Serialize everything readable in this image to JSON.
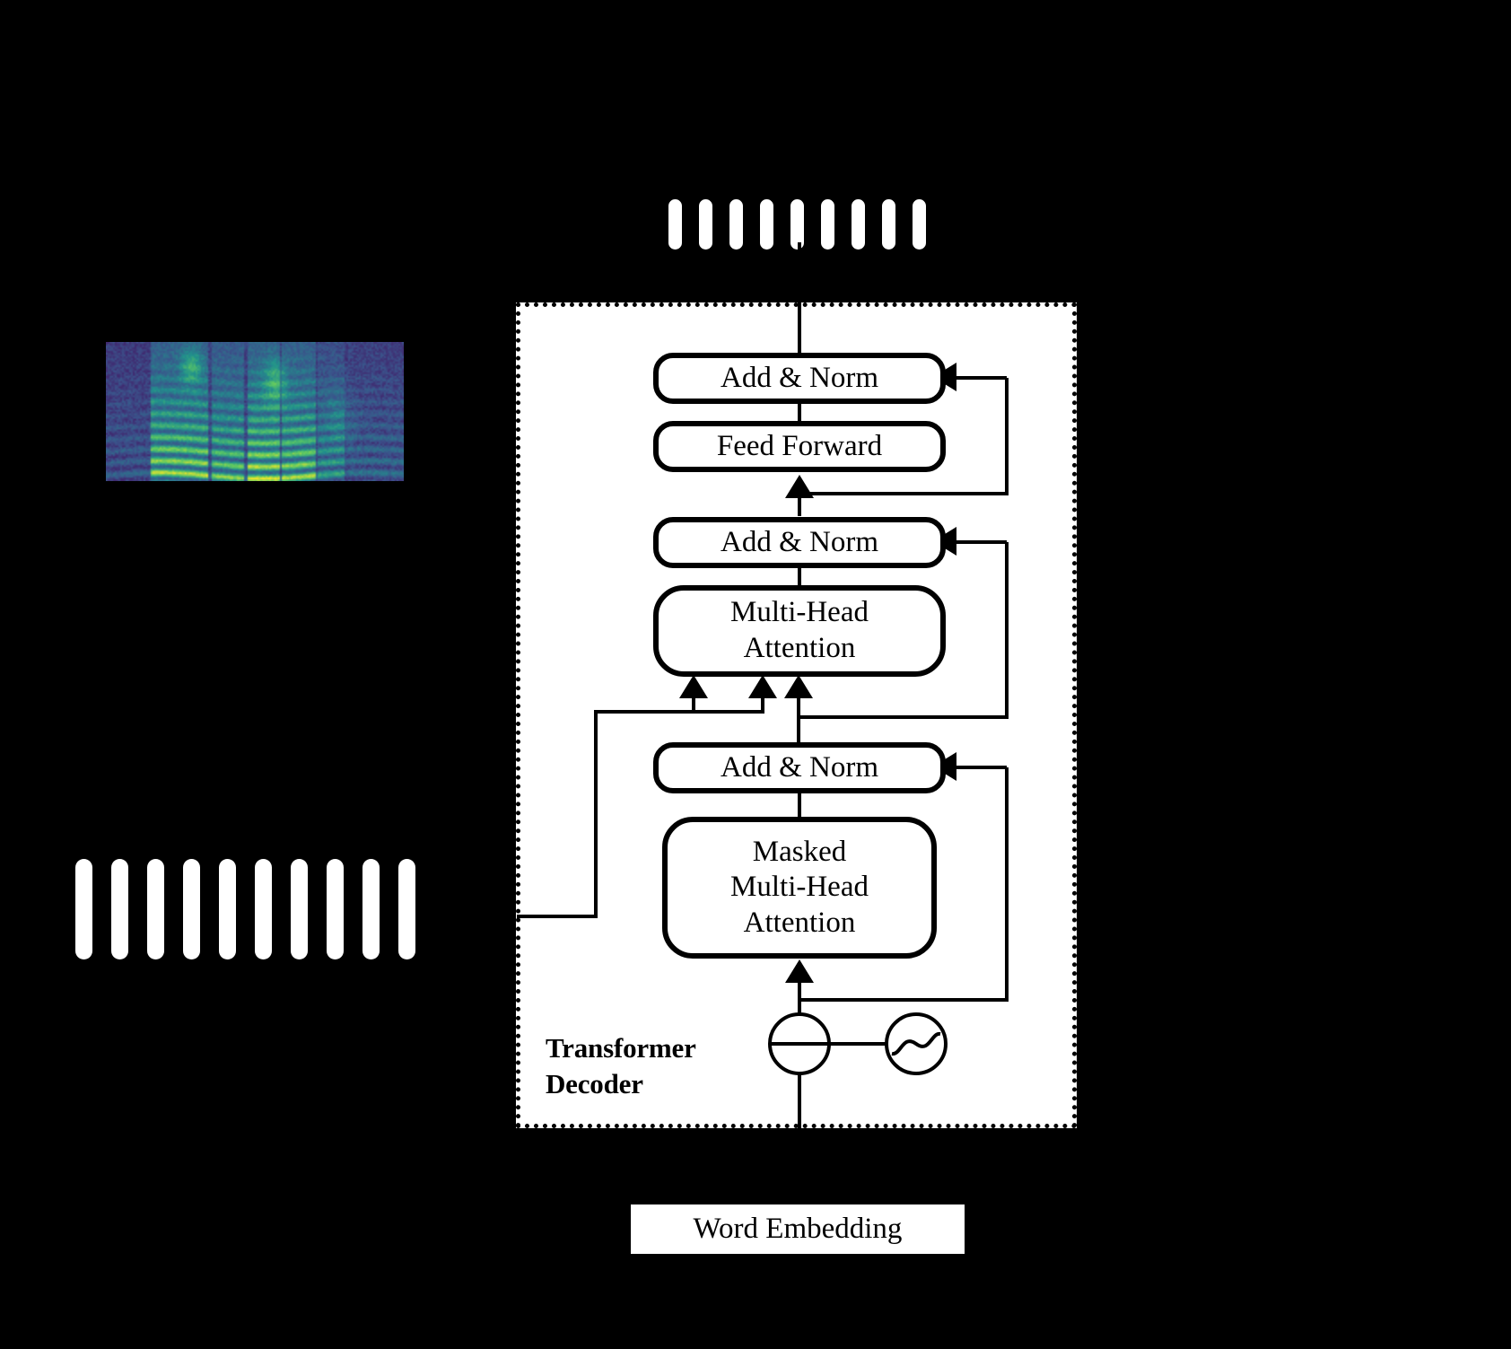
{
  "figure": {
    "type": "architecture-diagram",
    "title": "Transformer Decoder block diagram",
    "background_color": "#000000",
    "panel_color": "#ffffff",
    "line_color": "#000000"
  },
  "decoder": {
    "label_line1": "Transformer",
    "label_line2": "Decoder",
    "label_full": "Transformer Decoder",
    "border_style": "dotted"
  },
  "blocks": [
    {
      "id": "add_norm_top",
      "label": "Add & Norm"
    },
    {
      "id": "feed_forward",
      "label": "Feed Forward"
    },
    {
      "id": "add_norm_mid",
      "label": "Add & Norm"
    },
    {
      "id": "multi_head",
      "label": "Multi-Head\nAttention",
      "line1": "Multi-Head",
      "line2": "Attention"
    },
    {
      "id": "add_norm_bottom",
      "label": "Add & Norm"
    },
    {
      "id": "masked_multi_head",
      "label": "Masked Multi-Head Attention",
      "line1": "Masked",
      "line2": "Multi-Head",
      "line3": "Attention"
    }
  ],
  "word_embedding": {
    "label": "Word Embedding"
  },
  "positional_encoding": {
    "sum_symbol": "oplus-icon",
    "encoding_symbol": "sine-wave-icon"
  },
  "tokens_top": {
    "name": "output-token-sequence",
    "count": 9,
    "color": "#ffffff"
  },
  "tokens_bottom_left": {
    "name": "input-token-sequence",
    "count": 10,
    "color": "#ffffff"
  },
  "spectrogram": {
    "name": "mel-spectrogram",
    "colormap": "viridis",
    "colors": [
      "#440154",
      "#3b528b",
      "#21918c",
      "#5ec962",
      "#fde725"
    ]
  },
  "connections": [
    {
      "from": "add_norm_top",
      "to": "output",
      "type": "line"
    },
    {
      "from": "feed_forward",
      "to": "add_norm_top",
      "type": "line"
    },
    {
      "from": "add_norm_mid",
      "to": "feed_forward",
      "type": "arrow"
    },
    {
      "from": "multi_head",
      "to": "add_norm_mid",
      "type": "line"
    },
    {
      "from": "add_norm_bottom",
      "to": "multi_head",
      "type": "arrow"
    },
    {
      "from": "masked_multi_head",
      "to": "add_norm_bottom",
      "type": "line"
    },
    {
      "from": "positional_encoding",
      "to": "masked_multi_head",
      "type": "arrow"
    },
    {
      "from": "encoder_memory",
      "to": "multi_head",
      "type": "cross-attention"
    },
    {
      "from": "residual_1",
      "to": "add_norm_top",
      "type": "residual"
    },
    {
      "from": "residual_2",
      "to": "add_norm_mid",
      "type": "residual"
    },
    {
      "from": "residual_3",
      "to": "add_norm_bottom",
      "type": "residual"
    }
  ]
}
